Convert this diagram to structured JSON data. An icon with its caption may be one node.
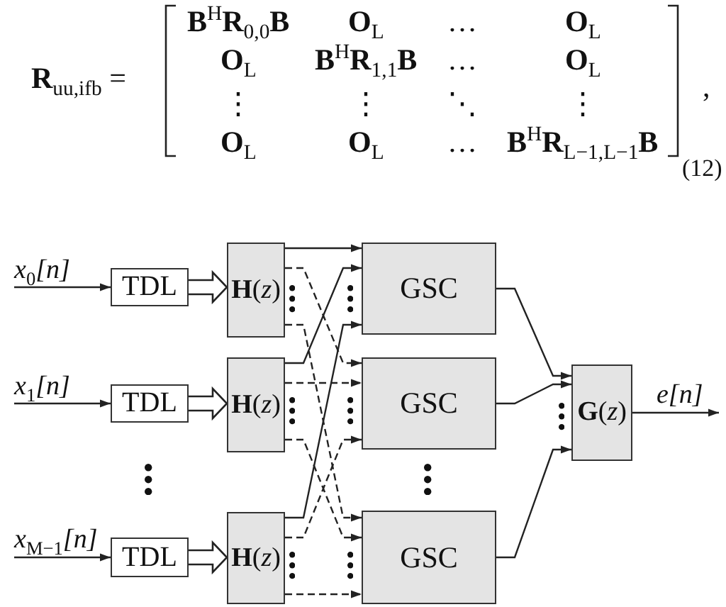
{
  "diagram": {
    "nodes": [
      {
        "text": [
          "TDL"
        ]
      },
      {
        "text": [
          "**H**(*z*)"
        ]
      },
      {
        "text": [
          "GSC"
        ]
      },
      {
        "text": [
          "TDL"
        ]
      },
      {
        "text": [
          "**H**(*z*)"
        ]
      },
      {
        "text": [
          "GSC"
        ]
      },
      {
        "text": [
          "**G**(*z*)"
        ]
      },
      {
        "text": [
          "TDL"
        ]
      },
      {
        "text": [
          "**H**(*z*)"
        ]
      },
      {
        "text": [
          "GSC"
        ]
      }
    ],
    "edges": [
      {
        "from": null,
        "to": 0,
        "arrow": "to",
        "label": "x$_{0}$[n]"
      },
      {
        "from": 0,
        "to": 1,
        "arrow": "to",
        "style": "thick"
      },
      {
        "from": null,
        "to": 3,
        "arrow": "to",
        "label": "x$_{1}$[n]"
      },
      {
        "from": 3,
        "to": 4,
        "arrow": "to",
        "style": "thick"
      },
      {
        "from": null,
        "to": 7,
        "arrow": "to",
        "label": "x$_{M−1}$[n]"
      },
      {
        "from": 7,
        "to": 8,
        "arrow": "to",
        "style": "thick"
      },
      {
        "from": 1,
        "to": 2,
        "arrow": "to"
      },
      {
        "from": 1,
        "to": 5,
        "arrow": "to",
        "style": "dashed"
      },
      {
        "from": 1,
        "to": 9,
        "arrow": "to",
        "style": "dashed"
      },
      {
        "from": 4,
        "to": 2,
        "arrow": "to"
      },
      {
        "from": 4,
        "to": 5,
        "arrow": "to",
        "style": "dashed"
      },
      {
        "from": 4,
        "to": 9,
        "arrow": "to",
        "style": "dashed"
      },
      {
        "from": 8,
        "to": 2,
        "arrow": "to"
      },
      {
        "from": 8,
        "to": 5,
        "arrow": "to",
        "style": "dashed"
      },
      {
        "from": 8,
        "to": 9,
        "arrow": "to",
        "style": "dashed"
      },
      {
        "from": 2,
        "to": 6,
        "arrow": "to"
      },
      {
        "from": 5,
        "to": 6,
        "arrow": "to"
      },
      {
        "from": 9,
        "to": 6,
        "arrow": "to"
      },
      {
        "from": 6,
        "to": null,
        "arrow": "to",
        "label": "e[n]"
      }
    ],
    "labels": [
      "**R**$_{uu,ifb}$ =",
      "**B**$^{H}$**R**$_{0,0}$**B**",
      "**O**$_{L}$",
      "…",
      "**O**$_{L}$",
      "**O**$_{L}$",
      "**B**$^{H}$**R**$_{1,1}$**B**",
      "…",
      "**O**$_{L}$",
      "⋮",
      "⋮",
      "⋱",
      "⋮",
      "**O**$_{L}$",
      "**O**$_{L}$",
      "…",
      "**B**$^{H}$**R**$_{L−1,L−1}$**B**",
      ",",
      "(12)"
    ]
  }
}
